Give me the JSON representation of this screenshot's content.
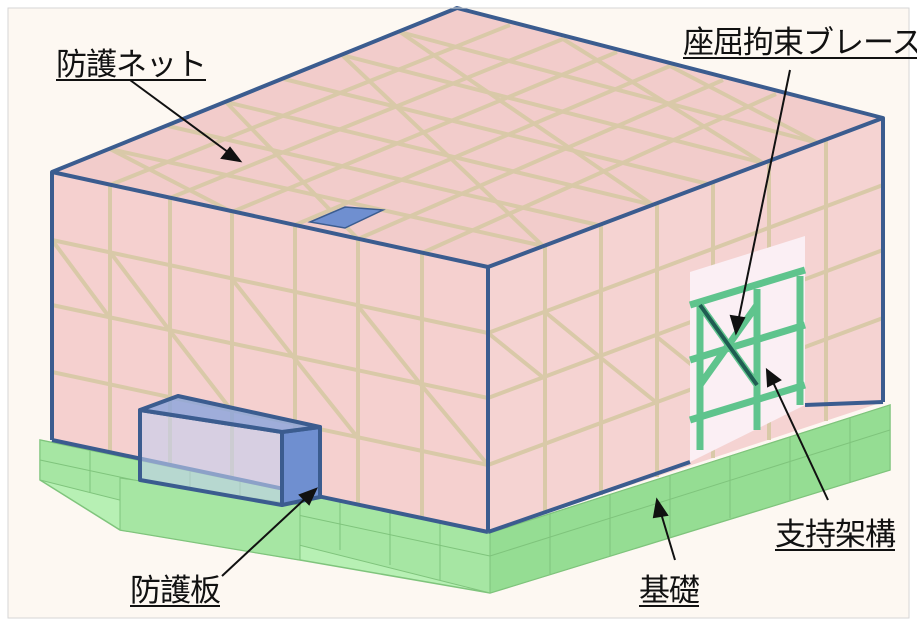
{
  "labels": {
    "protection_net": "防護ネット",
    "buckling_restrained_brace": "座屈拘束ブレース",
    "support_frame": "支持架構",
    "foundation": "基礎",
    "protection_plate": "防護板"
  },
  "colors": {
    "background": "#fdf8f2",
    "net_fill": "#f3c9c9",
    "frame_member": "#d9c9a8",
    "outline": "#3b5c8f",
    "foundation_fill": "#b7f0b4",
    "support_frame": "#5fc48d",
    "plate_fill": "#6f8fd0",
    "label_text": "#111111"
  }
}
